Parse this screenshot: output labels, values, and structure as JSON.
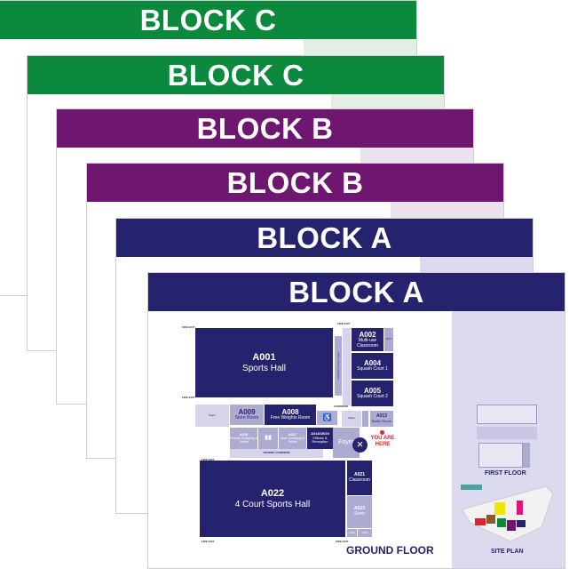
{
  "signs": [
    {
      "title": "BLOCK C",
      "color": "#0b8a3d"
    },
    {
      "title": "BLOCK C",
      "color": "#0b8a3d"
    },
    {
      "title": "BLOCK B",
      "color": "#6e1670"
    },
    {
      "title": "BLOCK B",
      "color": "#6e1670"
    },
    {
      "title": "BLOCK A",
      "color": "#25236e"
    },
    {
      "title": "BLOCK A",
      "color": "#25236e"
    }
  ],
  "plan": {
    "rooms": {
      "a001": {
        "code": "A001",
        "name": "Sports Hall"
      },
      "a001a": {
        "name": "A001a Store Cupboard"
      },
      "a002": {
        "code": "A002",
        "name": "Multi-use Classroom"
      },
      "a077": {
        "code": "A077"
      },
      "a004": {
        "code": "A004",
        "name": "Squash Court 1"
      },
      "a005": {
        "code": "A005",
        "name": "Squash Court 2"
      },
      "a009": {
        "code": "A009",
        "name": "Store Room"
      },
      "a008": {
        "code": "A008",
        "name": "Free Weights Room"
      },
      "a013": {
        "code": "A013",
        "name": "Boiler Room"
      },
      "a016": {
        "code": "A016",
        "name": "Female Changing & Toilets"
      },
      "a017": {
        "code": "A017",
        "name": "Male Changing & Toilets"
      },
      "a018": {
        "code": "A018/19/20",
        "name": "Offices & Reception"
      },
      "a021": {
        "code": "A021",
        "name": "Classroom"
      },
      "a022": {
        "code": "A022",
        "name": "4 Court Sports Hall"
      },
      "a023": {
        "code": "A023",
        "name": "Store"
      },
      "a024": {
        "code": "A024"
      },
      "a025": {
        "code": "A025"
      }
    },
    "corridor": "CORRIDOR",
    "viewing_corridor": "VIEWING CORRIDOR",
    "foyer": "Foyer",
    "stairs": "Stairs",
    "fire_exit": "FIRE EXIT",
    "you_are_here": "YOU ARE HERE",
    "ground_floor": "GROUND FLOOR",
    "first_floor": "FIRST FLOOR",
    "site_plan": "SITE PLAN"
  }
}
